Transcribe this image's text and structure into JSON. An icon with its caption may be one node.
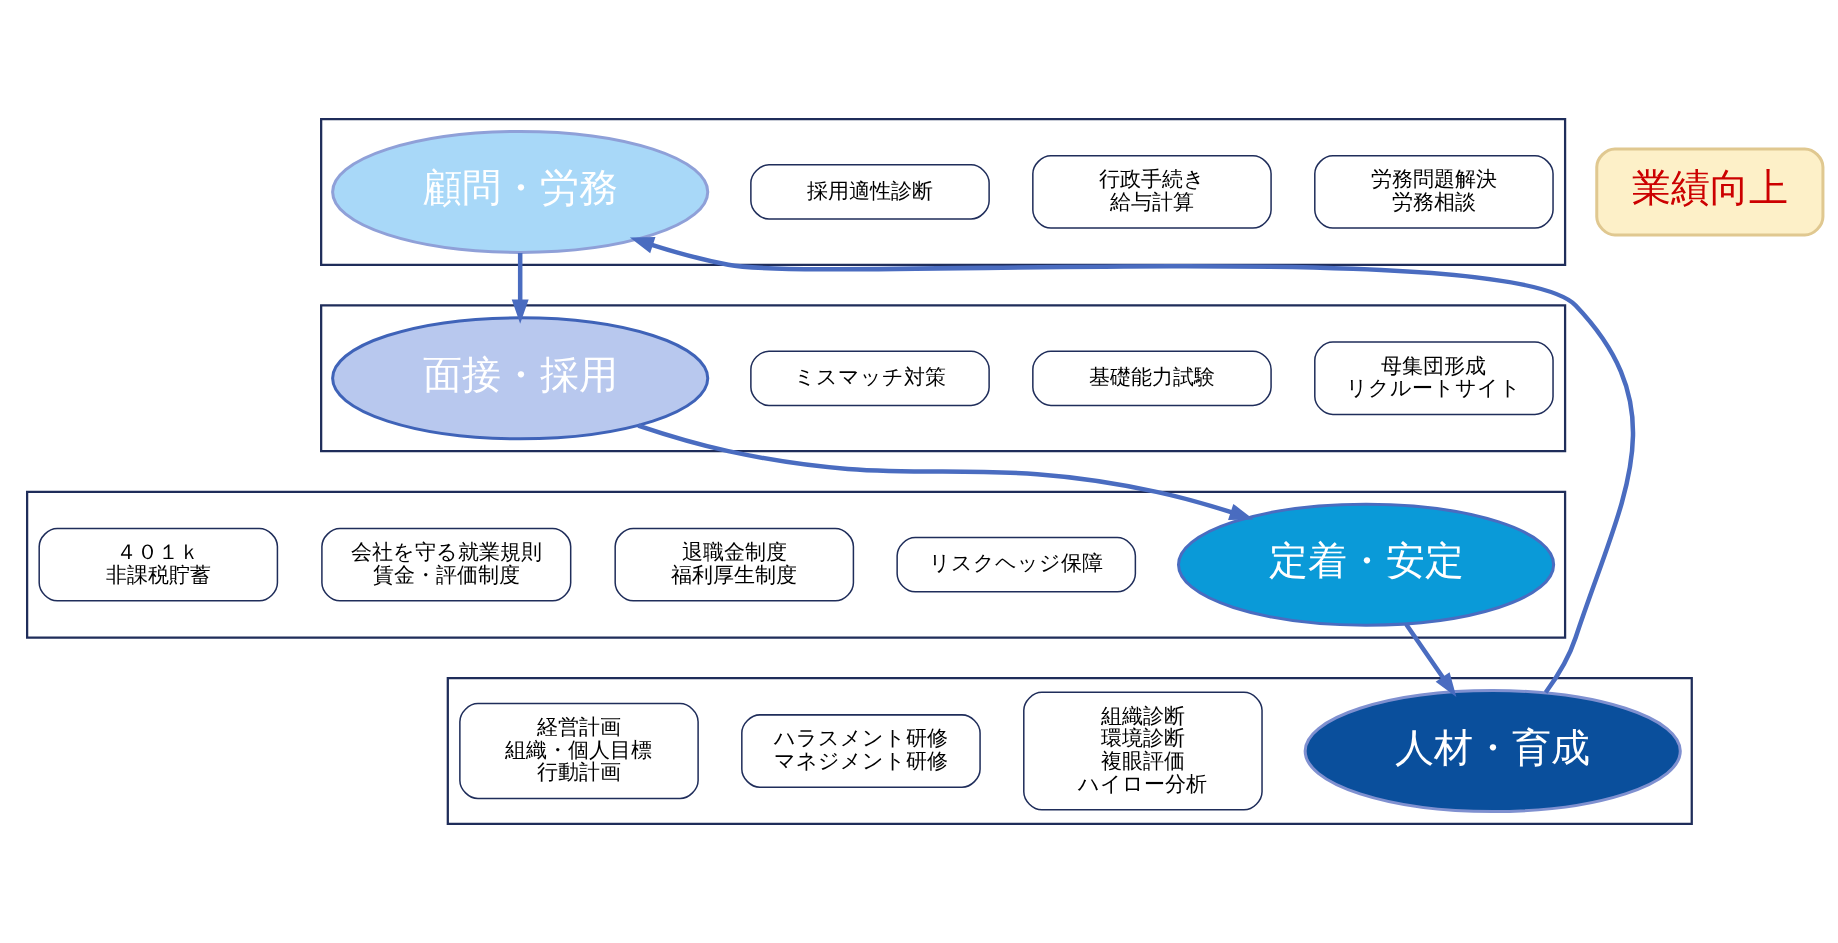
{
  "diagram": {
    "nodes": [
      {
        "text": [],
        "shape": "box"
      },
      {
        "text": [
          "労務問題解決",
          "労務相談"
        ],
        "in": 0
      },
      {
        "text": [
          "行政手続き",
          "給与計算"
        ],
        "in": 0
      },
      {
        "text": [
          "採用適性診断"
        ],
        "in": 0
      },
      {
        "text": [
          "顧問・労務"
        ],
        "in": 0
      },
      {
        "text": [],
        "shape": "box"
      },
      {
        "text": [
          "母集団形成",
          "リクルートサイト"
        ],
        "in": 5
      },
      {
        "text": [
          "基礎能力試験"
        ],
        "in": 5
      },
      {
        "text": [
          "ミスマッチ対策"
        ],
        "in": 5
      },
      {
        "text": [
          "面接・採用"
        ],
        "in": 5
      },
      {
        "text": [
          "業績向上"
        ]
      },
      {
        "text": [],
        "shape": "box"
      },
      {
        "text": [
          "人材・育成"
        ],
        "in": 11
      },
      {
        "text": [
          "組織診断",
          "環境診断",
          "複眼評価",
          "ハイロー分析"
        ],
        "in": 11
      },
      {
        "text": [
          "ハラスメント研修",
          "マネジメント研修"
        ],
        "in": 11
      },
      {
        "text": [
          "経営計画",
          "組織・個人目標",
          "行動計画"
        ],
        "in": 11
      },
      {
        "text": [],
        "shape": "box"
      },
      {
        "text": [
          "定着・安定"
        ],
        "in": 16
      },
      {
        "text": [
          "リスクヘッジ保障"
        ],
        "in": 16
      },
      {
        "text": [
          "退職金制度",
          "福利厚生制度"
        ],
        "in": 16
      },
      {
        "text": [
          "会社を守る就業規則",
          "賃金・評価制度"
        ],
        "in": 16
      },
      {
        "text": [
          "４０１ｋ",
          "非課税貯蓄"
        ],
        "in": 16
      }
    ],
    "edges": [
      {
        "from": 4,
        "to": 9,
        "arrow": "to"
      },
      {
        "from": 9,
        "to": 17,
        "arrow": "to"
      },
      {
        "from": 17,
        "to": 12,
        "arrow": "to"
      },
      {
        "from": 12,
        "to": 4,
        "arrow": "to"
      }
    ]
  }
}
